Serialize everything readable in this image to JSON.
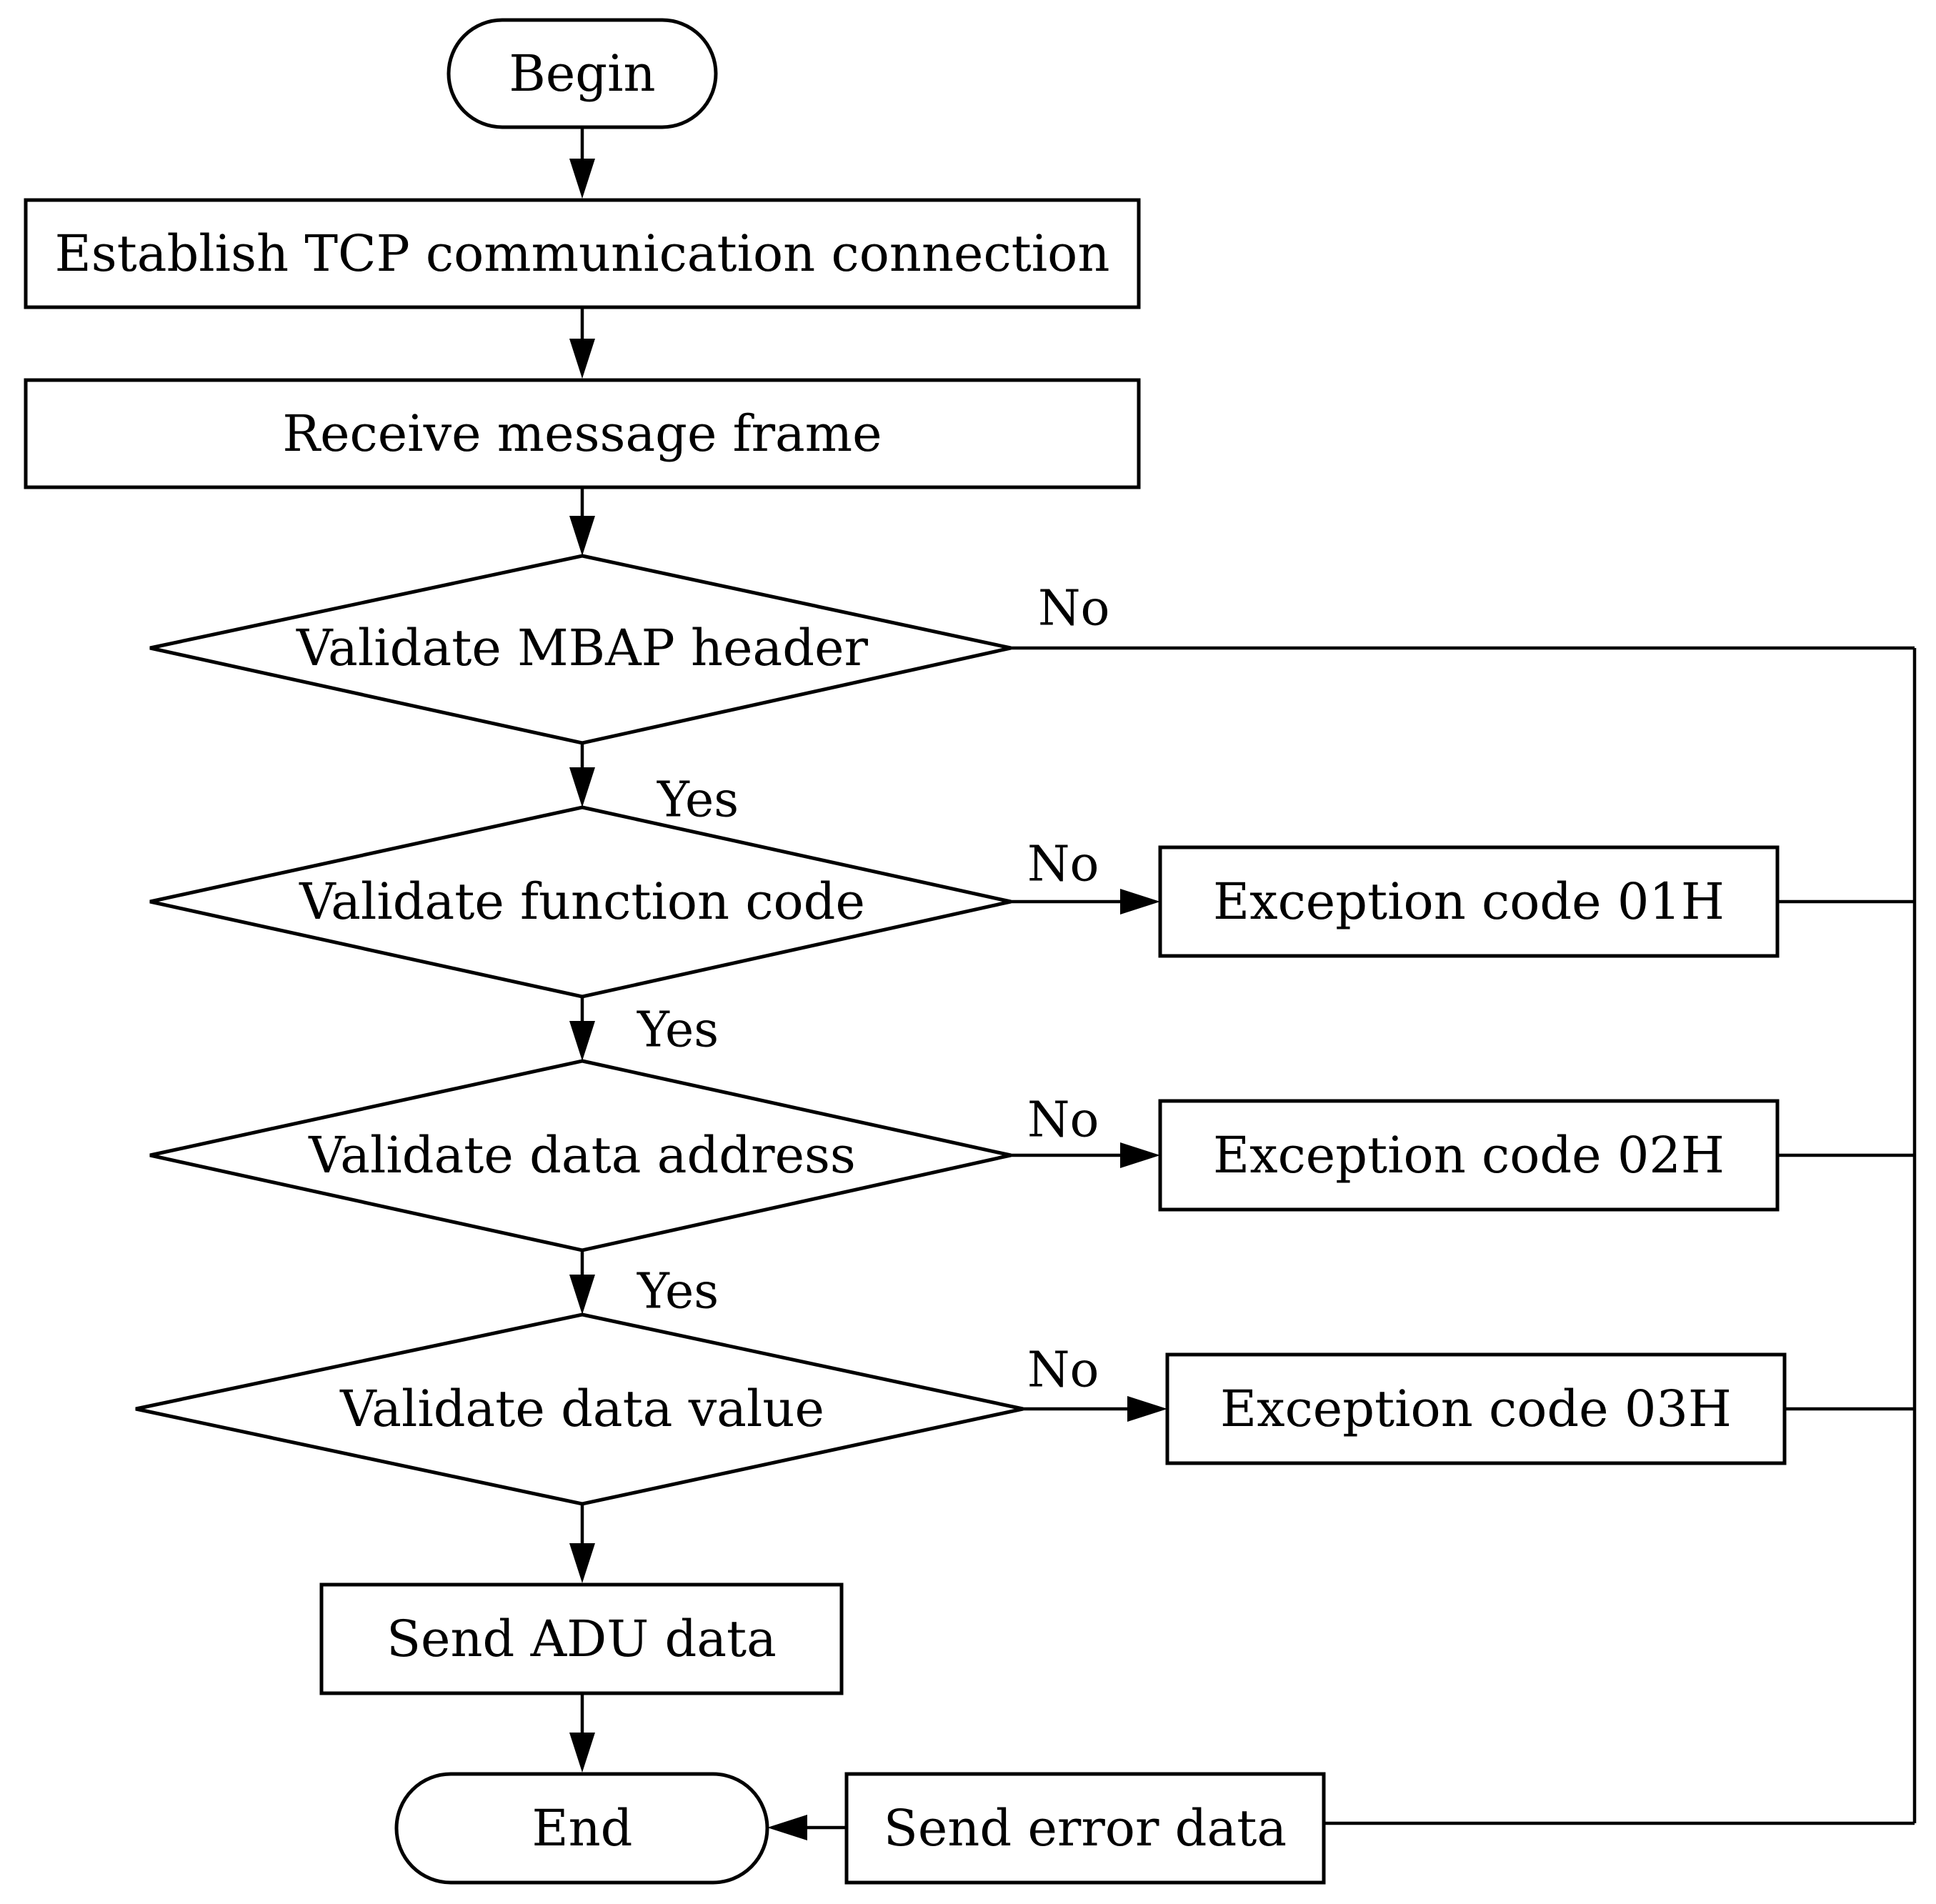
{
  "nodes": {
    "begin": "Begin",
    "establish": "Establish TCP communication connection",
    "receive": "Receive message frame",
    "validate_mbap": "Validate MBAP header",
    "validate_function": "Validate function code",
    "validate_address": "Validate data address",
    "validate_value": "Validate data value",
    "exception_01": "Exception code 01H",
    "exception_02": "Exception code 02H",
    "exception_03": "Exception code 03H",
    "send_adu": "Send ADU data",
    "send_error": "Send error data",
    "end": "End"
  },
  "edge_labels": {
    "mbap_no": "No",
    "mbap_yes": "Yes",
    "function_no": "No",
    "function_yes": "Yes",
    "address_no": "No",
    "address_yes": "Yes",
    "value_no": "No"
  }
}
